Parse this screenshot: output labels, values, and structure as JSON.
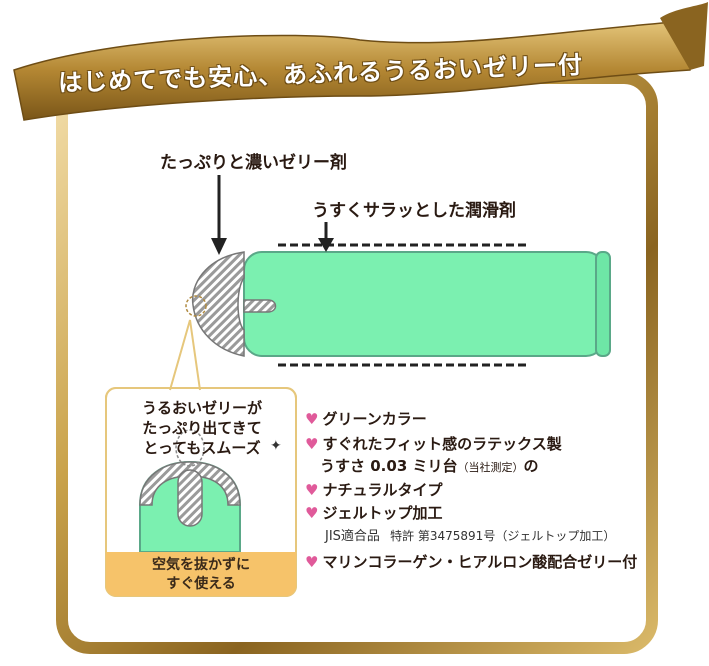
{
  "banner": {
    "title": "はじめてでも安心、あふれるうるおいゼリー付"
  },
  "diagram": {
    "label_thick_gel": "たっぷりと濃いゼリー剤",
    "label_thin_lubricant": "うすくサラッとした潤滑剤"
  },
  "callout": {
    "line1": "うるおいゼリーが",
    "line2": "たっぷり出てきて",
    "line3": "とってもスムーズ",
    "bottom_line1": "空気を抜かずに",
    "bottom_line2": "すぐ使える"
  },
  "features": [
    {
      "text": "グリーンカラー"
    },
    {
      "text": "すぐれたフィット感のラテックス製"
    },
    {
      "text": "ナチュラルタイプ"
    },
    {
      "text": "ジェルトップ加工"
    },
    {
      "text": "マリンコラーゲン・ヒアルロン酸配合ゼリー付"
    }
  ],
  "thickness": {
    "prefix": "うすさ",
    "value": "0.03",
    "unit": "ミリ台",
    "note": "（当社測定）",
    "suffix": "の"
  },
  "jis": {
    "label": "JIS適合品",
    "patent": "特許 第3475891号（ジェルトップ加工）"
  },
  "colors": {
    "gold": "#c9a24a",
    "green": "#6ee6a6",
    "heart": "#e05a9a",
    "orange": "#f6c36a"
  }
}
